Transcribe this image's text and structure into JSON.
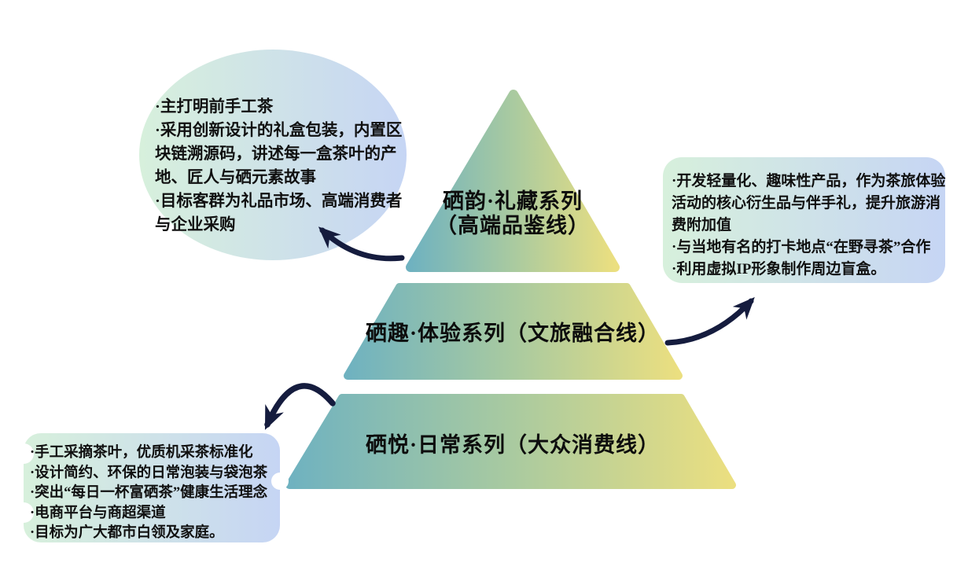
{
  "diagram": {
    "type": "pyramid",
    "tiers": [
      {
        "id": "premium",
        "label_line1": "硒韵·礼藏系列",
        "label_line2": "（高端品鉴线）"
      },
      {
        "id": "experience",
        "label": "硒趣·体验系列（文旅融合线）"
      },
      {
        "id": "daily",
        "label": "硒悦·日常系列（大众消费线）"
      }
    ]
  },
  "callouts": {
    "premium": {
      "shape": "ellipse",
      "bullets": [
        "·主打明前手工茶",
        "·采用创新设计的礼盒包装，内置区块链溯源码，讲述每一盒茶叶的产地、匠人与硒元素故事",
        "·目标客群为礼品市场、高端消费者与企业采购"
      ]
    },
    "experience": {
      "shape": "rounded-rect",
      "bullets": [
        "·开发轻量化、趣味性产品，作为茶旅体验活动的核心衍生品与伴手礼，提升旅游消费附加值",
        "·与当地有名的打卡地点“在野寻茶”合作",
        "·利用虚拟IP形象制作周边盲盒。"
      ]
    },
    "daily": {
      "shape": "scalloped-rect",
      "bullets": [
        "·手工采摘茶叶，优质机采茶标准化",
        "·设计简约、环保的日常泡装与袋泡茶",
        "·突出“每日一杯富硒茶”健康生活理念",
        "·电商平台与商超渠道",
        "·目标为广大都市白领及家庭。"
      ]
    }
  },
  "colors": {
    "pyramid_gradient_left": "#6fb2c0",
    "pyramid_gradient_mid": "#a9caa0",
    "pyramid_gradient_right": "#ebdf80",
    "bubble_gradient_left": "#d7f0dc",
    "bubble_gradient_right": "#c6d5f4",
    "arrow": "#151c3e",
    "text": "#111111",
    "background": "#ffffff"
  }
}
